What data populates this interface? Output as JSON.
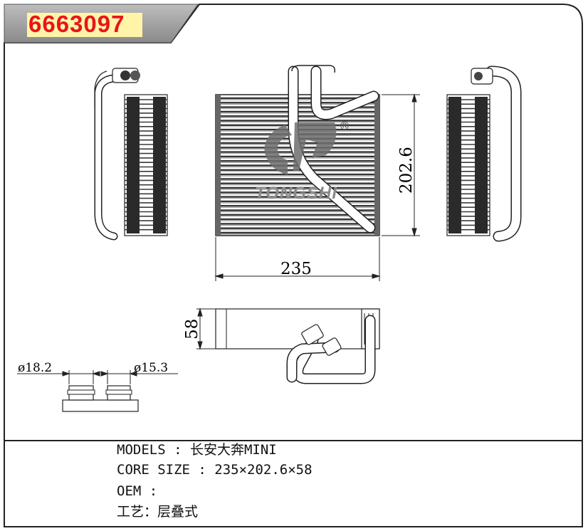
{
  "header": {
    "part_number": "6663097",
    "part_number_color": "#e8151b",
    "tab_color": "#9c9c9c"
  },
  "drawing": {
    "logo_text": "TONGSHI",
    "registered_mark": "®",
    "width_dim": "235",
    "height_dim": "202.6",
    "depth_dim": "58",
    "pipe_dim_left": "ø18.2",
    "pipe_dim_right": "ø15.3"
  },
  "specs": {
    "models_label": "MODELS",
    "models_value": "长安大奔MINI",
    "core_label": "CORE SIZE",
    "core_value": "235×202.6×58",
    "oem_label": "OEM",
    "oem_value": "",
    "process_label": "工艺：",
    "process_value": "层叠式",
    "separator": ":"
  }
}
